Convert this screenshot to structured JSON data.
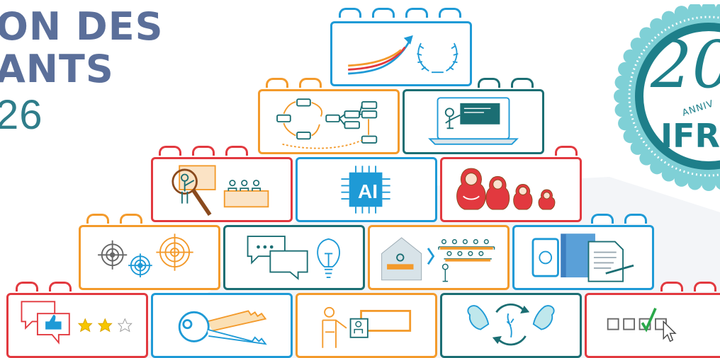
{
  "title": {
    "line1": "ON DES",
    "line2": "ANTS",
    "line3": "26"
  },
  "seal": {
    "number": "20",
    "arc_text": "ANNIV",
    "acronym": "IFR"
  },
  "chip_label": "AI",
  "colors": {
    "blue": "#1e9ad6",
    "orange": "#f39a2b",
    "teal": "#1b6e73",
    "red": "#e2393f",
    "title": "#5b6f9a",
    "seal_outer": "#7fd0d6",
    "seal_inner": "#1e7f8a"
  },
  "icons": [
    "growth-arrow-laurel-icon",
    "process-flowchart-icon",
    "laptop-teacher-icon",
    "teacher-magnifier-audience-icon",
    "ai-chip-icon",
    "matryoshka-dolls-icon",
    "target-icons",
    "chat-lightbulb-icon",
    "home-to-classroom-icon",
    "tablet-book-document-icon",
    "feedback-stars-icon",
    "keys-icon",
    "teacher-whiteboard-icon",
    "strength-cycle-icon",
    "checkbox-cursor-icon"
  ]
}
